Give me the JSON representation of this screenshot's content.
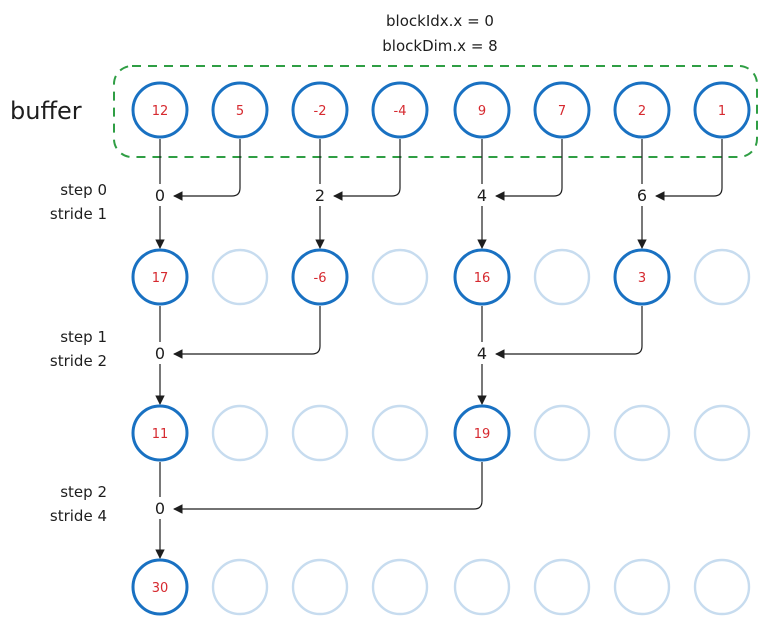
{
  "header": {
    "line1": "blockIdx.x = 0",
    "line2": "blockDim.x = 8"
  },
  "buffer_label": "buffer",
  "buffer_values": [
    "12",
    "5",
    "-2",
    "-4",
    "9",
    "7",
    "2",
    "1"
  ],
  "steps": [
    {
      "step_label": "step 0",
      "stride_label": "stride 1",
      "indices": [
        {
          "column": 0,
          "label": "0",
          "source_column": 1
        },
        {
          "column": 2,
          "label": "2",
          "source_column": 3
        },
        {
          "column": 4,
          "label": "4",
          "source_column": 5
        },
        {
          "column": 6,
          "label": "6",
          "source_column": 7
        }
      ],
      "results": [
        "17",
        "",
        "-6",
        "",
        "16",
        "",
        "3",
        ""
      ]
    },
    {
      "step_label": "step 1",
      "stride_label": "stride 2",
      "indices": [
        {
          "column": 0,
          "label": "0",
          "source_column": 2
        },
        {
          "column": 4,
          "label": "4",
          "source_column": 6
        }
      ],
      "results": [
        "11",
        "",
        "",
        "",
        "19",
        "",
        "",
        ""
      ]
    },
    {
      "step_label": "step 2",
      "stride_label": "stride 4",
      "indices": [
        {
          "column": 0,
          "label": "0",
          "source_column": 4
        }
      ],
      "results": [
        "30",
        "",
        "",
        "",
        "",
        "",
        "",
        ""
      ]
    }
  ],
  "colors": {
    "active_node": "#1971c2",
    "inactive_node": "#c7dcef",
    "node_text": "#d6292f",
    "buffer_outline": "#2f9e44",
    "arrow": "#1e1e1e"
  }
}
